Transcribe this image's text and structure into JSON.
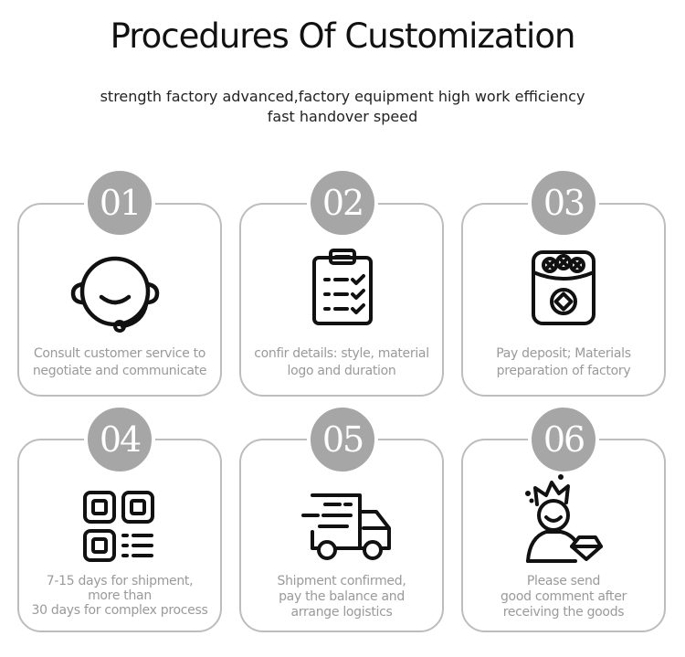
{
  "header": {
    "title": "Procedures Of Customization",
    "subtitle_line1": "strength factory advanced,factory equipment high work efficiency",
    "subtitle_line2": "fast handover speed"
  },
  "steps": [
    {
      "number": "01",
      "icon": "headset-icon",
      "lines": [
        "Consult customer service to",
        "negotiate and communicate"
      ]
    },
    {
      "number": "02",
      "icon": "clipboard-checklist-icon",
      "lines": [
        "confir details: style, material",
        "logo and duration"
      ]
    },
    {
      "number": "03",
      "icon": "deposit-envelope-icon",
      "lines": [
        "Pay deposit; Materials",
        "preparation of factory"
      ]
    },
    {
      "number": "04",
      "icon": "qr-code-icon",
      "lines": [
        "7-15 days for shipment,",
        "more than",
        "30 days for complex process"
      ]
    },
    {
      "number": "05",
      "icon": "delivery-truck-icon",
      "lines": [
        "Shipment confirmed,",
        "pay the balance and",
        "arrange logistics"
      ]
    },
    {
      "number": "06",
      "icon": "crowned-person-icon",
      "lines": [
        "Please send",
        "good comment after",
        "receiving the goods"
      ]
    }
  ],
  "colors": {
    "badge": "#a6a6a6",
    "border": "#bdbdbd",
    "caption": "#9a9a9a",
    "icon": "#111111"
  }
}
